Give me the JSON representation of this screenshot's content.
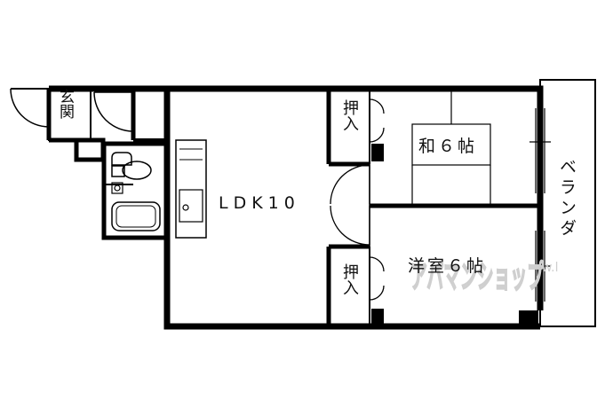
{
  "rooms": {
    "ldk": "LDK10",
    "washitsu": "和６帖",
    "youshitsu": "洋室６帖",
    "genkan": "玄関",
    "oshiire_top": "押入",
    "oshiire_bottom": "押入",
    "veranda": "ベランダ"
  },
  "watermark": {
    "brand": "アパマンショップ",
    "mark": "w.l"
  },
  "colors": {
    "wall": "#000000",
    "line": "#111111",
    "watermark": "#cfcfcf"
  }
}
